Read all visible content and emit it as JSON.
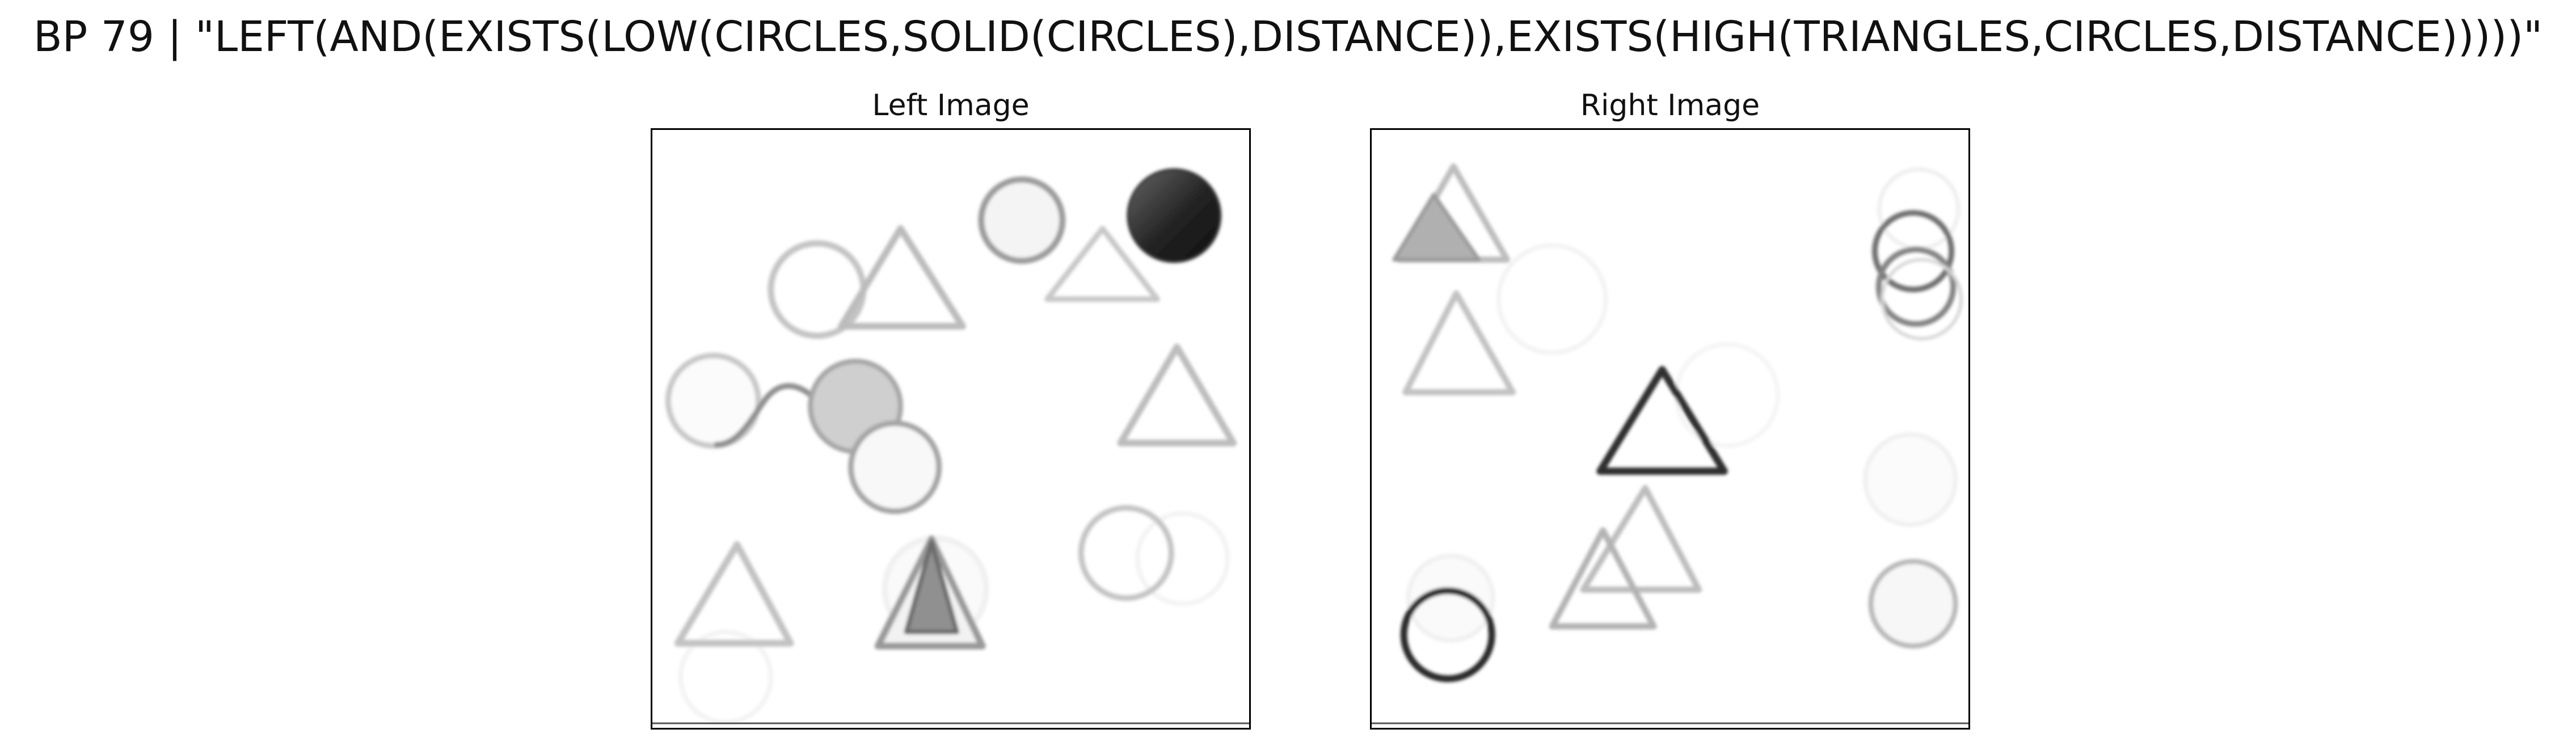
{
  "figure_title": "BP 79 | \"LEFT(AND(EXISTS(LOW(CIRCLES,SOLID(CIRCLES),DISTANCE)),EXISTS(HIGH(TRIANGLES,CIRCLES,DISTANCE)))))\"",
  "panels": [
    {
      "title": "Left Image"
    },
    {
      "title": "Right Image"
    }
  ]
}
